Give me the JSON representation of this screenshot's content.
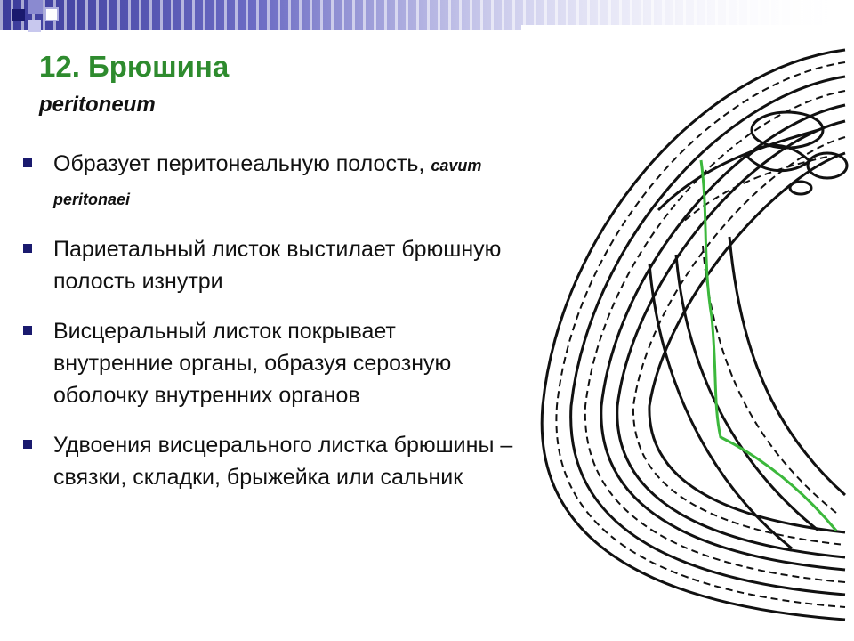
{
  "slide": {
    "title": "12. Брюшина",
    "subtitle": "peritoneum",
    "bullets": [
      {
        "text": " Образует перитонеальную полость, ",
        "latin": "cavum peritonaei"
      },
      {
        "text": " Париетальный листок выстилает брюшную полость изнутри",
        "latin": ""
      },
      {
        "text": "Висцеральный листок покрывает внутренние органы, образуя серозную оболочку  внутренних органов",
        "latin": ""
      },
      {
        "text": " Удвоения висцерального листка брюшины – связки, складки, брыжейка или сальник",
        "latin": ""
      }
    ]
  },
  "colors": {
    "title": "#2e8b2e",
    "accent_line": "#3cb83c",
    "bullet": "#1a1a6e",
    "band": "#3a3a9a"
  },
  "illustration": {
    "icon": "peritoneum-cross-section-drawing"
  }
}
